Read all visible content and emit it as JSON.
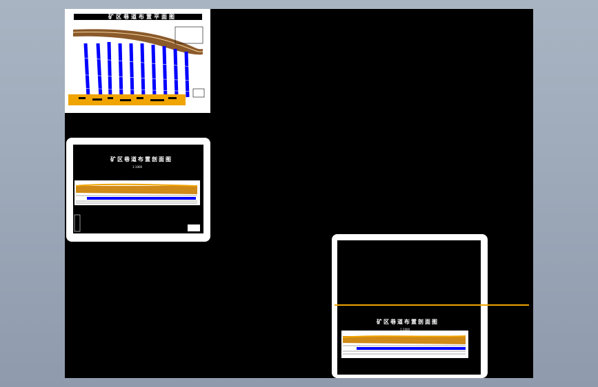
{
  "sheets": [
    {
      "id": "sheet-plan",
      "title": "矿区巷道布置平面图"
    },
    {
      "id": "sheet-section-1",
      "title": "矿区巷道布置剖面图",
      "scale": "1:1000"
    },
    {
      "id": "sheet-section-2",
      "title": "矿区巷道布置剖面图",
      "scale": "1:1000"
    }
  ],
  "colors": {
    "background": "#000000",
    "sheet": "#ffffff",
    "roadway": "#0000ff",
    "seam": "#d08a18",
    "highlight": "#f0a400"
  }
}
